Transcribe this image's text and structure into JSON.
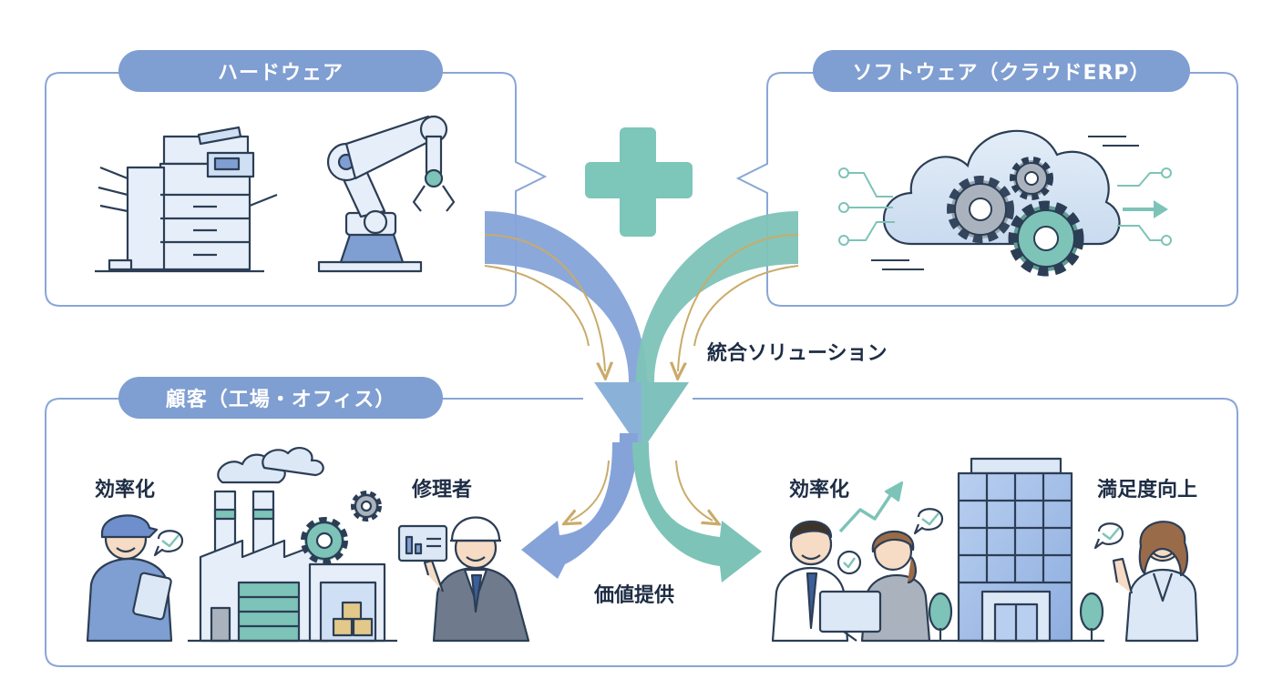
{
  "hardware": {
    "title": "ハードウェア"
  },
  "software": {
    "title": "ソフトウェア（クラウドERP）"
  },
  "integration": {
    "label": "統合ソリューション"
  },
  "customer": {
    "title": "顧客（工場・オフィス）",
    "left_label": "効率化",
    "repair_label": "修理者",
    "office_label": "効率化",
    "satisfaction_label": "満足度向上"
  },
  "value": {
    "label": "価値提供"
  },
  "colors": {
    "pill": "#7f9ed1",
    "frame": "#8aa6d6",
    "blue_arrow": "#85a3d9",
    "teal_arrow": "#7dc3b8",
    "plus": "#7dc6ba",
    "gold_line": "#c9ab6a",
    "outline": "#2c3e55"
  },
  "icons": [
    "copier-icon",
    "robot-arm-icon",
    "cloud-gear-icon",
    "factory-icon",
    "office-building-icon",
    "plus-icon",
    "check-bubble-icon",
    "trend-up-icon"
  ]
}
